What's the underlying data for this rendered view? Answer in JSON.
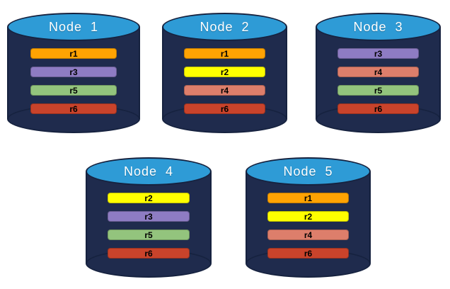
{
  "colors": {
    "cylinder_body": "#1F2B4D",
    "cylinder_top": "#2E9BD6",
    "cylinder_outline": "#16223F",
    "title_text": "#FFFFFF",
    "bar_text": "#000000"
  },
  "replica_palette": {
    "r1": "#FFA303",
    "r2": "#FFFF00",
    "r3": "#8E7CC3",
    "r4": "#DD7E6B",
    "r5": "#93C47D",
    "r6": "#C9432B"
  },
  "nodes": [
    {
      "name": "Node  1",
      "replicas": [
        {
          "label": "r1",
          "color": "#FFA303"
        },
        {
          "label": "r3",
          "color": "#8E7CC3"
        },
        {
          "label": "r5",
          "color": "#93C47D"
        },
        {
          "label": "r6",
          "color": "#C9432B"
        }
      ]
    },
    {
      "name": "Node  2",
      "replicas": [
        {
          "label": "r1",
          "color": "#FFA303"
        },
        {
          "label": "r2",
          "color": "#FFFF00"
        },
        {
          "label": "r4",
          "color": "#DD7E6B"
        },
        {
          "label": "r6",
          "color": "#C9432B"
        }
      ]
    },
    {
      "name": "Node  3",
      "replicas": [
        {
          "label": "r3",
          "color": "#8E7CC3"
        },
        {
          "label": "r4",
          "color": "#DD7E6B"
        },
        {
          "label": "r5",
          "color": "#93C47D"
        },
        {
          "label": "r6",
          "color": "#C9432B"
        }
      ]
    },
    {
      "name": "Node  4",
      "replicas": [
        {
          "label": "r2",
          "color": "#FFFF00"
        },
        {
          "label": "r3",
          "color": "#8E7CC3"
        },
        {
          "label": "r5",
          "color": "#93C47D"
        },
        {
          "label": "r6",
          "color": "#C9432B"
        }
      ]
    },
    {
      "name": "Node  5",
      "replicas": [
        {
          "label": "r1",
          "color": "#FFA303"
        },
        {
          "label": "r2",
          "color": "#FFFF00"
        },
        {
          "label": "r4",
          "color": "#DD7E6B"
        },
        {
          "label": "r6",
          "color": "#C9432B"
        }
      ]
    }
  ]
}
